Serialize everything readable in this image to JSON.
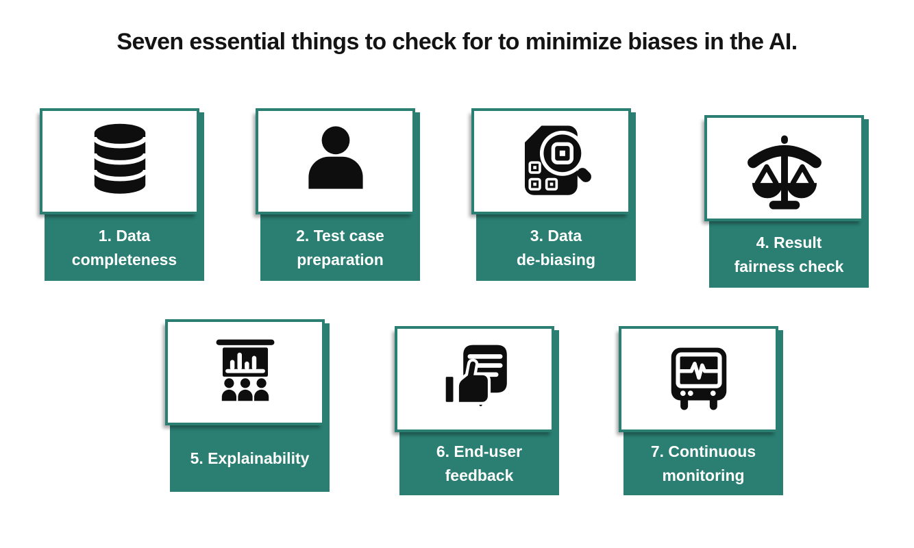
{
  "title": "Seven essential things to check for to minimize biases in the AI.",
  "colors": {
    "teal": "#2a7e72",
    "icon_black": "#0e0e0e",
    "title_black": "#141414",
    "label_text": "#ffffff",
    "card_bg": "#ffffff"
  },
  "cards": [
    {
      "number": 1,
      "icon": "database-icon",
      "label": "1. Data completeness",
      "label_lines": [
        "1. Data",
        "completeness"
      ]
    },
    {
      "number": 2,
      "icon": "person-icon",
      "label": "2. Test case preparation",
      "label_lines": [
        "2. Test case",
        "preparation"
      ]
    },
    {
      "number": 3,
      "icon": "document-magnifier-icon",
      "label": "3. Data de-biasing",
      "label_lines": [
        "3. Data",
        "de-biasing"
      ]
    },
    {
      "number": 4,
      "icon": "balance-scale-icon",
      "label": "4. Result fairness check",
      "label_lines": [
        "4. Result",
        "fairness check"
      ]
    },
    {
      "number": 5,
      "icon": "presentation-chart-icon",
      "label": "5. Explainability",
      "label_lines": [
        "5. Explainability"
      ]
    },
    {
      "number": 6,
      "icon": "thumbs-up-feedback-icon",
      "label": "6. End-user feedback",
      "label_lines": [
        "6. End-user",
        "feedback"
      ]
    },
    {
      "number": 7,
      "icon": "monitor-waveform-icon",
      "label": "7. Continuous monitoring",
      "label_lines": [
        "7. Continuous",
        "monitoring"
      ]
    }
  ]
}
